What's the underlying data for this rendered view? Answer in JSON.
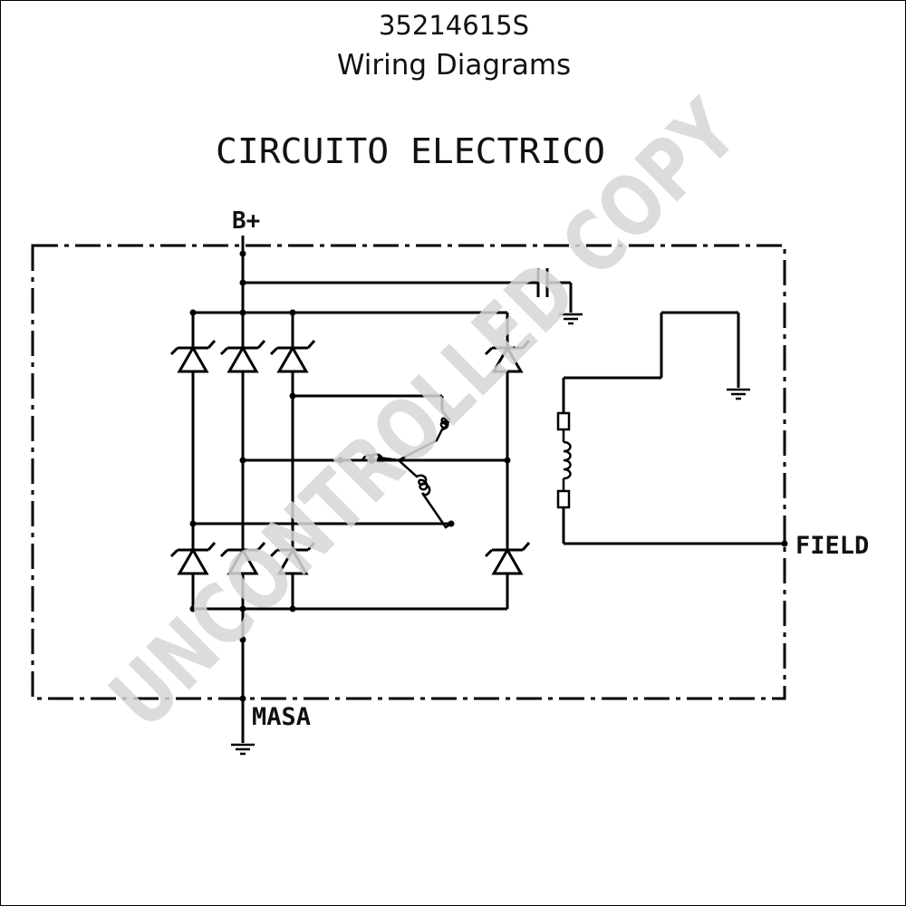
{
  "header": {
    "part_number": "35214615S",
    "title": "Wiring Diagrams"
  },
  "diagram": {
    "heading": "CIRCUITO ELECTRICO",
    "labels": {
      "b_plus": "B+",
      "masa": "MASA",
      "field": "FIELD"
    }
  },
  "watermark": "UNCONTROLLED COPY"
}
